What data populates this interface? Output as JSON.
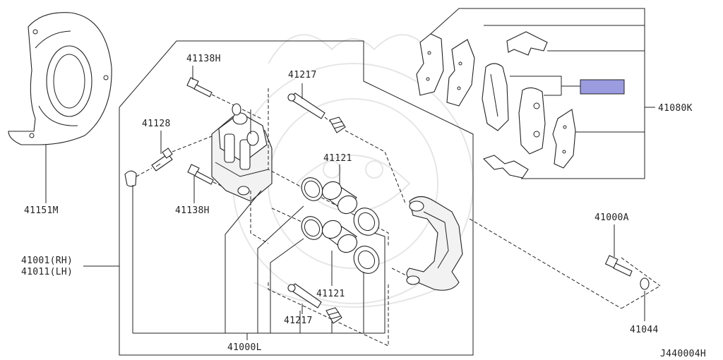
{
  "diagram": {
    "callouts": {
      "c41151M": "41151M",
      "c41138H_top": "41138H",
      "c41217_top": "41217",
      "c41128": "41128",
      "c41121_top": "41121",
      "c41138H_bottom": "41138H",
      "c41001RH": "41001(RH)",
      "c41011LH": "41011(LH)",
      "c41121_bottom": "41121",
      "c41217_bottom": "41217",
      "c41000L": "41000L",
      "c41080K": "41080K",
      "c41000A": "41000A",
      "c41044": "41044"
    },
    "diagram_code": "J440004H",
    "highlight_color": "#9b9be0",
    "line_color": "#222222"
  }
}
